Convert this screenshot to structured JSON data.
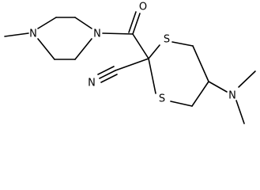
{
  "molecule": {
    "atoms": {
      "piperazine_n_methyl": "N",
      "piperazine_n_amide": "N",
      "carbonyl_o": "O",
      "ring_s_top": "S",
      "ring_s_bottom": "S",
      "nitrile_n": "N",
      "amine_n": "N"
    },
    "colors": {
      "bond": "#000000",
      "label": "#000000",
      "background": "#ffffff"
    }
  }
}
